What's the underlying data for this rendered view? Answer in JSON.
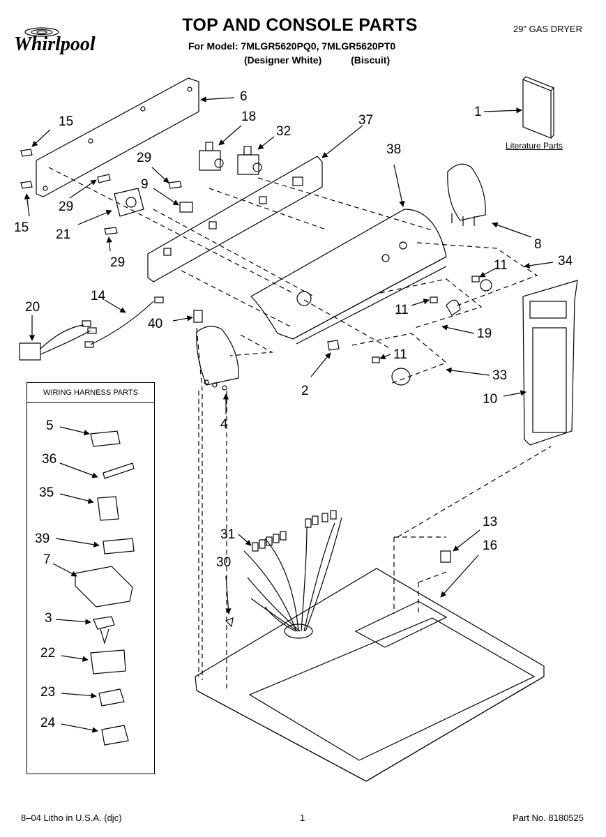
{
  "brand": "Whirlpool",
  "header": {
    "title": "TOP AND CONSOLE PARTS",
    "model_line": "For Model: 7MLGR5620PQ0, 7MLGR5620PT0",
    "variant_1": "(Designer White)",
    "variant_2": "(Biscuit)",
    "product": "29\" GAS DRYER"
  },
  "literature_label": "Literature Parts",
  "wiring_box_title": "WIRING HARNESS PARTS",
  "callouts": {
    "c6": "6",
    "c15a": "15",
    "c18": "18",
    "c32": "32",
    "c37": "37",
    "c1": "1",
    "c38": "38",
    "c29a": "29",
    "c9": "9",
    "c29b": "29",
    "c15b": "15",
    "c21": "21",
    "c8": "8",
    "c34": "34",
    "c29c": "29",
    "c11a": "11",
    "c14": "14",
    "c20": "20",
    "c11b": "11",
    "c40": "40",
    "c19": "19",
    "c11c": "11",
    "c2": "2",
    "c33": "33",
    "c10": "10",
    "c4": "4",
    "c5": "5",
    "c36": "36",
    "c35": "35",
    "c39": "39",
    "c7": "7",
    "c31": "31",
    "c13": "13",
    "c16": "16",
    "c30": "30",
    "c3": "3",
    "c22": "22",
    "c23": "23",
    "c24": "24"
  },
  "footer": {
    "litho": "8–04 Litho in U.S.A. (djc)",
    "page": "1",
    "part_no": "Part No. 8180525"
  }
}
